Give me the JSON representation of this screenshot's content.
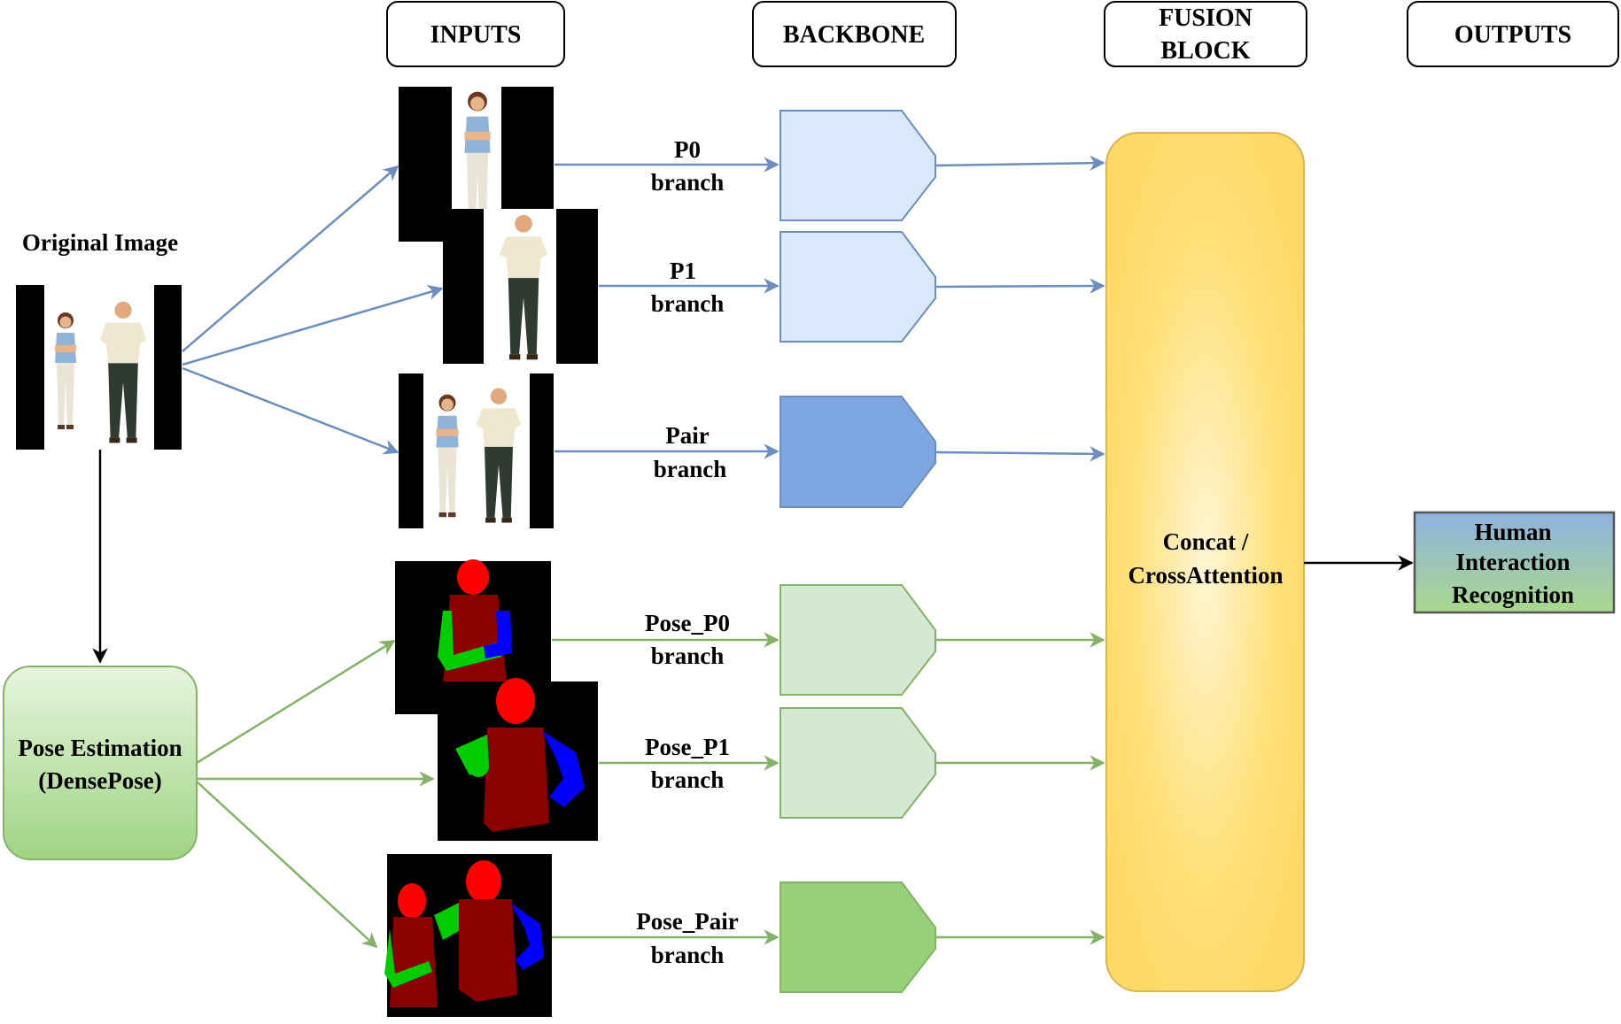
{
  "headers": {
    "inputs": "INPUTS",
    "backbone": "BACKBONE",
    "fusion_line1": "FUSION",
    "fusion_line2": "BLOCK",
    "outputs": "OUTPUTS"
  },
  "original_image": {
    "label": "Original Image"
  },
  "pose_estimation": {
    "line1": "Pose Estimation",
    "line2": "(DensePose)"
  },
  "branches": [
    {
      "name": "P0",
      "suffix": "branch"
    },
    {
      "name": "P1",
      "suffix": "branch"
    },
    {
      "name": "Pair",
      "suffix": "branch"
    },
    {
      "name": "Pose_P0",
      "suffix": "branch"
    },
    {
      "name": "Pose_P1",
      "suffix": "branch"
    },
    {
      "name": "Pose_Pair",
      "suffix": "branch"
    }
  ],
  "fusion": {
    "line1": "Concat /",
    "line2": "CrossAttention"
  },
  "output": {
    "line1": "Human",
    "line2": "Interaction",
    "line3": "Recognition"
  },
  "colors": {
    "rgb_arrow": "#6c8ebf",
    "pose_arrow": "#82b366",
    "backbone_light_blue": "#dae8fc",
    "backbone_blue": "#7ea6e0",
    "backbone_light_green": "#d5e8d4",
    "backbone_green": "#97d077",
    "fusion": "#ffd966",
    "pose_box": "#b9e0a5"
  }
}
